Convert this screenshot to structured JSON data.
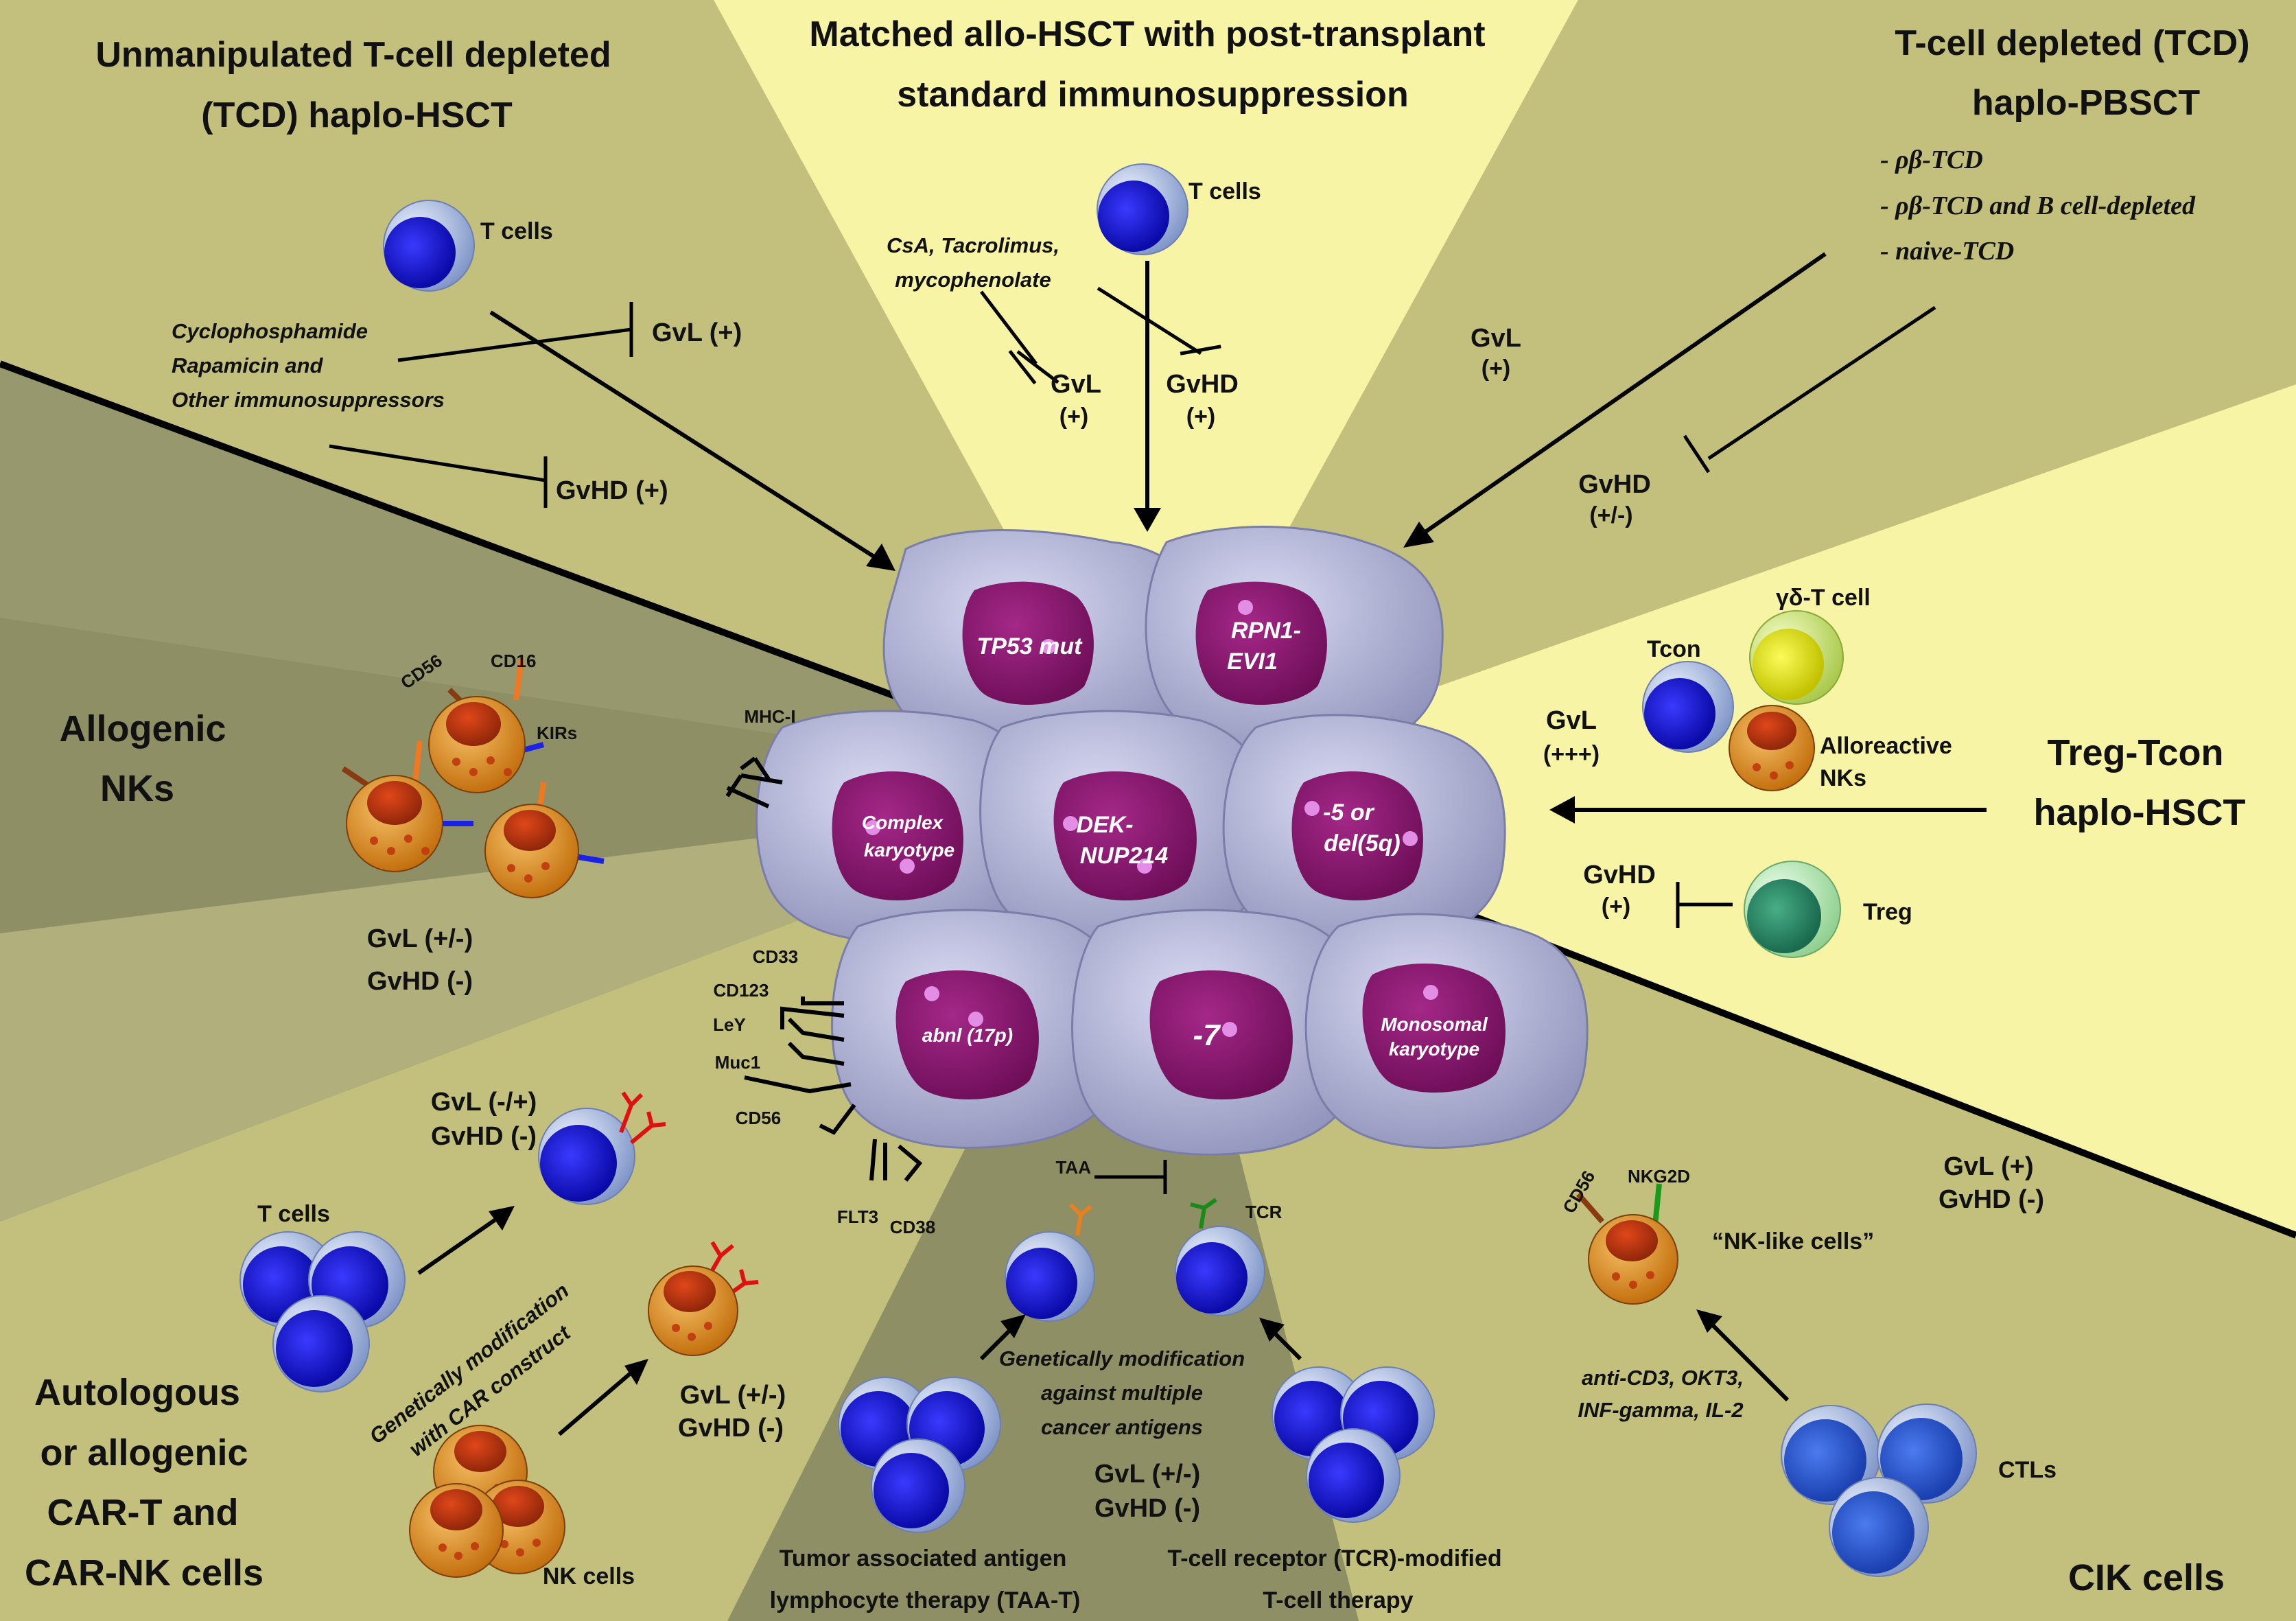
{
  "colors": {
    "light_yellow": "#f7f4a6",
    "olive": "#c2c07c",
    "grey_olive": "#8f8f66",
    "leukemia_cell": "#b4b6dc",
    "nucleus": "#8a1a6e",
    "t_cell_blue": "#1212d8",
    "nk_orange": "#e48d1a",
    "treg_green": "#2f8f6a",
    "gd_yellow": "#e9e90c"
  },
  "sections": {
    "tcd_haplo": {
      "title_line1": "Unmanipulated T-cell depleted",
      "title_line2": "(TCD)  haplo-HSCT",
      "t_cells": "T cells",
      "drugs_line1": "Cyclophosphamide",
      "drugs_line2": "Rapamicin and",
      "drugs_line3": "Other immunosuppressors",
      "gvl": "GvL (+)",
      "gvhd": "GvHD (+)"
    },
    "matched": {
      "title_line1": "Matched allo-HSCT with post-transplant",
      "title_line2": "standard immunosuppression",
      "t_cells": "T cells",
      "drugs_line1": "CsA, Tacrolimus,",
      "drugs_line2": "mycophenolate",
      "gvl": "GvL",
      "gvl_sign": "(+)",
      "gvhd": "GvHD",
      "gvhd_sign": "(+)"
    },
    "pbsct": {
      "title_line1": "T-cell depleted (TCD)",
      "title_line2": "haplo-PBSCT",
      "items": [
        "- ρβ-TCD",
        "- ρβ-TCD and B cell-depleted",
        "- naive-TCD"
      ],
      "gvl": "GvL",
      "gvl_sign": "(+)",
      "gvhd": "GvHD",
      "gvhd_sign": "(+/-)"
    },
    "nk": {
      "title_line1": "Allogenic",
      "title_line2": "NKs",
      "cd56": "CD56",
      "cd16": "CD16",
      "kirs": "KIRs",
      "gvl": "GvL (+/-)",
      "gvhd": "GvHD (-)"
    },
    "treg": {
      "title_line1": "Treg-Tcon",
      "title_line2": "haplo-HSCT",
      "gd": "γδ-T cell",
      "tcon": "Tcon",
      "alloreactive_line1": "Alloreactive",
      "alloreactive_line2": "NKs",
      "gvl": "GvL",
      "gvl_sign": "(+++)",
      "gvhd": "GvHD",
      "gvhd_sign": "(+)",
      "treg": "Treg"
    },
    "car": {
      "title_line1": "Autologous",
      "title_line2": "or allogenic",
      "title_line3": "CAR-T and",
      "title_line4": "CAR-NK cells",
      "t_cells": "T cells",
      "nk_cells": "NK cells",
      "mod_line1": "Genetically modification",
      "mod_line2": "with CAR construct",
      "gvl_t": "GvL (-/+)",
      "gvhd_t": "GvHD (-)",
      "gvl_nk": "GvL (+/-)",
      "gvhd_nk": "GvHD (-)"
    },
    "taa": {
      "mod_line1": "Genetically modification",
      "mod_line2": "against multiple",
      "mod_line3": "cancer antigens",
      "gvl": "GvL (+/-)",
      "gvhd": "GvHD (-)",
      "taa_line1": "Tumor associated antigen",
      "taa_line2": "lymphocyte therapy (TAA-T)",
      "tcr_line1": "T-cell receptor (TCR)-modified",
      "tcr_line2": "T-cell therapy",
      "taa_label": "TAA",
      "tcr_label": "TCR"
    },
    "cik": {
      "title": "CIK cells",
      "cd56": "CD56",
      "nkg2d": "NKG2D",
      "nk_like": "“NK-like cells”",
      "gvl": "GvL (+)",
      "gvhd": "GvHD (-)",
      "drugs_line1": "anti-CD3, OKT3,",
      "drugs_line2": "INF-gamma, IL-2",
      "ctls": "CTLs"
    }
  },
  "center": {
    "mhc": "MHC-I",
    "markers": [
      "CD33",
      "CD123",
      "LeY",
      "Muc1",
      "CD56",
      "FLT3",
      "CD38"
    ],
    "nuclei": {
      "tp53": "TP53 mut",
      "rpn1_line1": "RPN1-",
      "rpn1_line2": "EVI1",
      "complex_line1": "Complex",
      "complex_line2": "karyotype",
      "dek_line1": "DEK-",
      "dek_line2": "NUP214",
      "del5_line1": "-5 or",
      "del5_line2": "del(5q)",
      "abnl17": "abnl (17p)",
      "minus7": "-7",
      "mono_line1": "Monosomal",
      "mono_line2": "karyotype"
    }
  }
}
